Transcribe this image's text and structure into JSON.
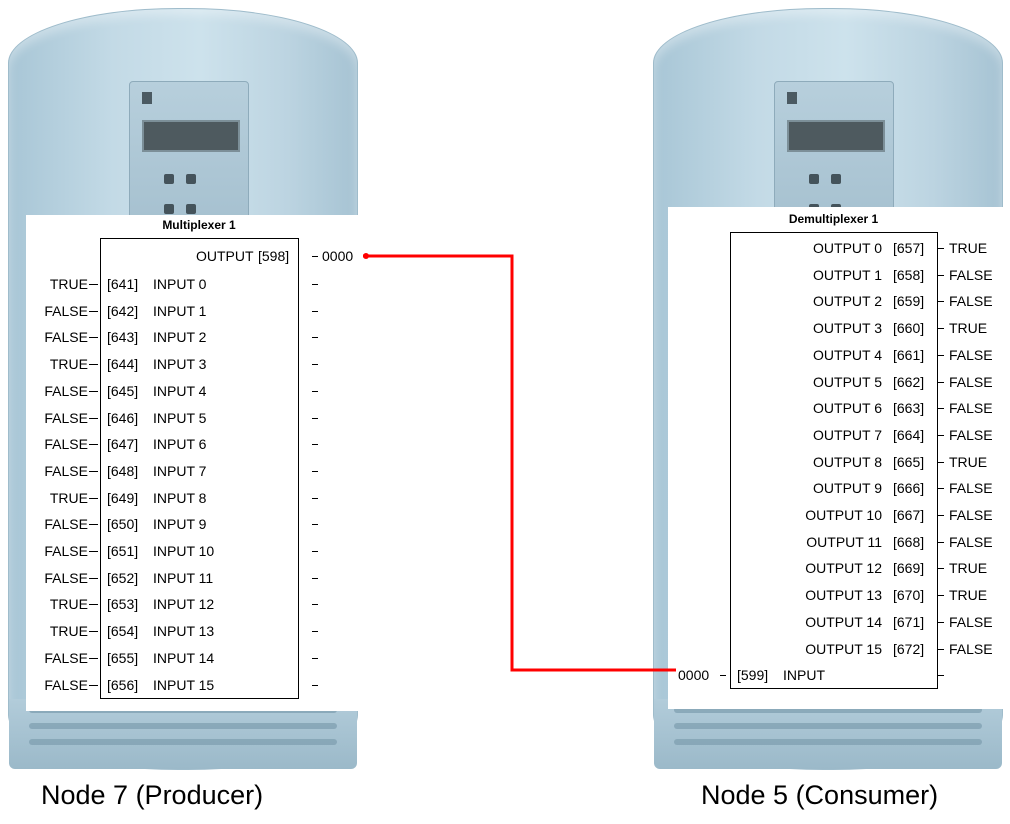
{
  "producer": {
    "caption": "Node 7 (Producer)",
    "block_title": "Multiplexer 1",
    "output": {
      "label": "OUTPUT",
      "param": "[598]",
      "value": "0000"
    },
    "inputs": [
      {
        "value": "TRUE",
        "param": "[641]",
        "label": "INPUT 0"
      },
      {
        "value": "FALSE",
        "param": "[642]",
        "label": "INPUT 1"
      },
      {
        "value": "FALSE",
        "param": "[643]",
        "label": "INPUT 2"
      },
      {
        "value": "TRUE",
        "param": "[644]",
        "label": "INPUT 3"
      },
      {
        "value": "FALSE",
        "param": "[645]",
        "label": "INPUT 4"
      },
      {
        "value": "FALSE",
        "param": "[646]",
        "label": "INPUT 5"
      },
      {
        "value": "FALSE",
        "param": "[647]",
        "label": "INPUT 6"
      },
      {
        "value": "FALSE",
        "param": "[648]",
        "label": "INPUT 7"
      },
      {
        "value": "TRUE",
        "param": "[649]",
        "label": "INPUT 8"
      },
      {
        "value": "FALSE",
        "param": "[650]",
        "label": "INPUT 9"
      },
      {
        "value": "FALSE",
        "param": "[651]",
        "label": "INPUT 10"
      },
      {
        "value": "FALSE",
        "param": "[652]",
        "label": "INPUT 11"
      },
      {
        "value": "TRUE",
        "param": "[653]",
        "label": "INPUT 12"
      },
      {
        "value": "TRUE",
        "param": "[654]",
        "label": "INPUT 13"
      },
      {
        "value": "FALSE",
        "param": "[655]",
        "label": "INPUT 14"
      },
      {
        "value": "FALSE",
        "param": "[656]",
        "label": "INPUT 15"
      }
    ]
  },
  "consumer": {
    "caption": "Node 5 (Consumer)",
    "block_title": "Demultiplexer 1",
    "input": {
      "value": "0000",
      "param": "[599]",
      "label": "INPUT"
    },
    "outputs": [
      {
        "label": "OUTPUT 0",
        "param": "[657]",
        "value": "TRUE"
      },
      {
        "label": "OUTPUT 1",
        "param": "[658]",
        "value": "FALSE"
      },
      {
        "label": "OUTPUT 2",
        "param": "[659]",
        "value": "FALSE"
      },
      {
        "label": "OUTPUT 3",
        "param": "[660]",
        "value": "TRUE"
      },
      {
        "label": "OUTPUT 4",
        "param": "[661]",
        "value": "FALSE"
      },
      {
        "label": "OUTPUT 5",
        "param": "[662]",
        "value": "FALSE"
      },
      {
        "label": "OUTPUT 6",
        "param": "[663]",
        "value": "FALSE"
      },
      {
        "label": "OUTPUT 7",
        "param": "[664]",
        "value": "FALSE"
      },
      {
        "label": "OUTPUT 8",
        "param": "[665]",
        "value": "TRUE"
      },
      {
        "label": "OUTPUT 9",
        "param": "[666]",
        "value": "FALSE"
      },
      {
        "label": "OUTPUT 10",
        "param": "[667]",
        "value": "FALSE"
      },
      {
        "label": "OUTPUT 11",
        "param": "[668]",
        "value": "FALSE"
      },
      {
        "label": "OUTPUT 12",
        "param": "[669]",
        "value": "TRUE"
      },
      {
        "label": "OUTPUT 13",
        "param": "[670]",
        "value": "TRUE"
      },
      {
        "label": "OUTPUT 14",
        "param": "[671]",
        "value": "FALSE"
      },
      {
        "label": "OUTPUT 15",
        "param": "[672]",
        "value": "FALSE"
      }
    ]
  },
  "link_color": "#ff0000"
}
